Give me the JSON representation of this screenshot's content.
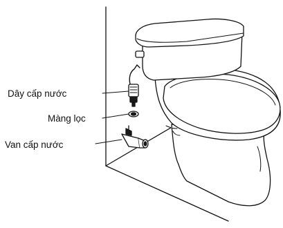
{
  "labels": {
    "supply_hose": "Dây cấp nước",
    "filter_screen": "Màng lọc",
    "supply_valve": "Van cấp nước"
  },
  "colors": {
    "line": "#111111",
    "fill": "#ffffff",
    "dark_part": "#1a1a1a"
  }
}
